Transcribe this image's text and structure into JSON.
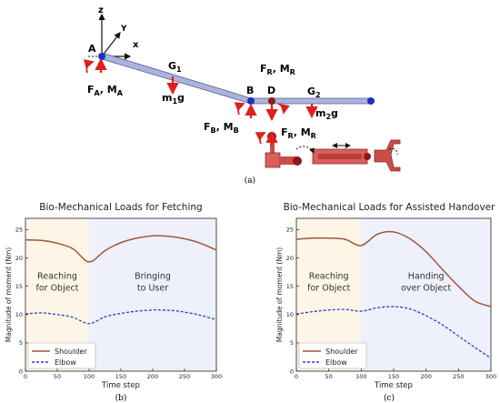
{
  "figure_a": {
    "caption": "(a)",
    "axes": {
      "z": "z",
      "y": "Y",
      "x": "x"
    },
    "points": {
      "A": "A",
      "B": "B",
      "D": "D"
    },
    "link_labels": {
      "g1": "G",
      "g1_sub": "1",
      "g2": "G",
      "g2_sub": "2"
    },
    "weights": {
      "m1g": "m",
      "m1g_sub": "1",
      "m1g_tail": "g",
      "m2g": "m",
      "m2g_sub": "2",
      "m2g_tail": "g"
    },
    "loads": {
      "fa": "F",
      "fa_sub": "A",
      "ma": "M",
      "ma_sub": "A",
      "fr_top": "F",
      "fr_top_sub": "R",
      "mr_top": "M",
      "mr_top_sub": "R",
      "fb": "F",
      "fb_sub": "B",
      "mb": "M",
      "mb_sub": "B",
      "fr": "F",
      "fr_sub": "R",
      "mr": "M",
      "mr_sub": "R"
    },
    "colors": {
      "link": "#aab3dd",
      "joint": "#1b2fc9",
      "force": "#e02020",
      "gripper": "#cc4c48"
    }
  },
  "chart_data": [
    {
      "type": "line",
      "title": "Bio-Mechanical Loads for Fetching",
      "caption": "(b)",
      "xlabel": "Time step",
      "ylabel": "Magnitude of moment (Nm)",
      "xlim": [
        0,
        300
      ],
      "ylim": [
        0,
        27
      ],
      "xticks": [
        0,
        50,
        100,
        150,
        200,
        250,
        300
      ],
      "yticks": [
        0,
        5,
        10,
        15,
        20,
        25
      ],
      "regions": [
        {
          "from": 0,
          "to": 100,
          "label_line1": "Reaching",
          "label_line2": "for Object",
          "color": "#fdf6e6"
        },
        {
          "from": 100,
          "to": 300,
          "label_line1": "Bringing",
          "label_line2": "to User",
          "color": "#eef0fb"
        }
      ],
      "legend_position": "lower-left",
      "series": [
        {
          "name": "Shoulder",
          "style": "solid",
          "color": "#a0573a",
          "x": [
            0,
            25,
            50,
            75,
            100,
            125,
            150,
            175,
            200,
            215,
            240,
            270,
            300
          ],
          "y": [
            23.2,
            23.1,
            22.6,
            21.6,
            19.3,
            21.3,
            22.7,
            23.5,
            23.9,
            23.9,
            23.6,
            22.8,
            21.4
          ]
        },
        {
          "name": "Elbow",
          "style": "dashed",
          "color": "#2b3fd0",
          "x": [
            0,
            25,
            50,
            75,
            100,
            125,
            150,
            175,
            200,
            215,
            240,
            270,
            300
          ],
          "y": [
            10.1,
            10.3,
            10.0,
            9.5,
            8.4,
            9.6,
            10.2,
            10.6,
            10.8,
            10.8,
            10.6,
            10.0,
            9.1
          ]
        }
      ]
    },
    {
      "type": "line",
      "title": "Bio-Mechanical Loads for Assisted Handover",
      "caption": "(c)",
      "xlabel": "Time step",
      "ylabel": "Magnitude of moment (Nm)",
      "xlim": [
        0,
        300
      ],
      "ylim": [
        0,
        27
      ],
      "xticks": [
        0,
        50,
        100,
        150,
        200,
        250,
        300
      ],
      "yticks": [
        0,
        5,
        10,
        15,
        20,
        25
      ],
      "regions": [
        {
          "from": 0,
          "to": 100,
          "label_line1": "Reaching",
          "label_line2": "for Object",
          "color": "#fdf6e6"
        },
        {
          "from": 100,
          "to": 300,
          "label_line1": "Handing",
          "label_line2": "over Object",
          "color": "#eef0fb"
        }
      ],
      "legend_position": "lower-left",
      "series": [
        {
          "name": "Shoulder",
          "style": "solid",
          "color": "#a0573a",
          "x": [
            0,
            25,
            50,
            75,
            100,
            125,
            150,
            175,
            200,
            225,
            250,
            275,
            300
          ],
          "y": [
            23.3,
            23.5,
            23.5,
            23.3,
            22.2,
            24.2,
            24.6,
            23.4,
            21.1,
            18.0,
            15.0,
            12.4,
            11.4
          ]
        },
        {
          "name": "Elbow",
          "style": "dashed",
          "color": "#2b3fd0",
          "x": [
            0,
            25,
            50,
            75,
            100,
            125,
            150,
            175,
            200,
            225,
            250,
            275,
            300
          ],
          "y": [
            10.1,
            10.5,
            10.8,
            10.9,
            10.6,
            11.2,
            11.4,
            11.0,
            9.8,
            8.2,
            6.2,
            4.2,
            2.3
          ]
        }
      ]
    }
  ]
}
